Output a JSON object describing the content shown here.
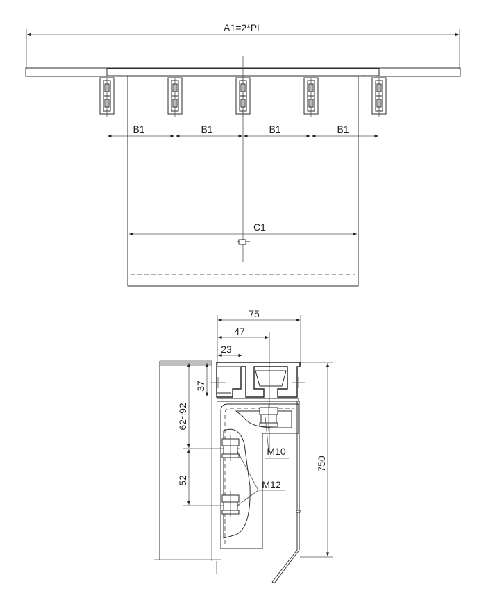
{
  "top_view": {
    "overall_width_label": "A1=2*PL",
    "bracket_spacing_label": "B1",
    "bracket_spacing_count": 4,
    "curtain_width_label": "C1"
  },
  "section_view": {
    "dim_75": "75",
    "dim_47": "47",
    "dim_23": "23",
    "dim_37": "37",
    "dim_62_92": "62~92",
    "dim_52": "52",
    "dim_750": "750",
    "bolt_small": "M10",
    "bolt_large": "M12"
  },
  "colors": {
    "line": "#2b2b2b",
    "background": "#ffffff"
  }
}
